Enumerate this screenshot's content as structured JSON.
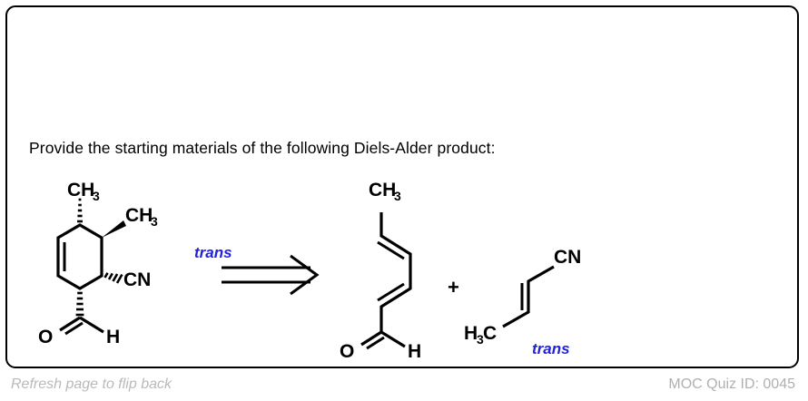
{
  "card": {
    "question": "Provide the starting materials of the following Diels-Alder product:",
    "border_color": "#000000",
    "background": "#ffffff"
  },
  "footer": {
    "left_text": "Refresh page to flip back",
    "right_text": "MOC Quiz ID: 0045",
    "text_color": "#b5b5b5"
  },
  "scheme": {
    "arrow": {
      "label": "trans",
      "label_color": "#2222dd",
      "type": "double-line-retrosynthetic"
    },
    "plus": "+",
    "product": {
      "name": "cyclohexene-product",
      "labels": {
        "methyl_top": "CH",
        "methyl_top_sub": "3",
        "methyl_right": "CH",
        "methyl_right_sub": "3",
        "nitrile": "CN",
        "aldehyde_oxygen": "O",
        "aldehyde_hydrogen": "H"
      }
    },
    "diene": {
      "name": "hexa-2,4-dienal",
      "labels": {
        "methyl": "CH",
        "methyl_sub": "3",
        "aldehyde_oxygen": "O",
        "aldehyde_hydrogen": "H"
      }
    },
    "dienophile": {
      "name": "trans-crotononitrile",
      "labels": {
        "methyl": "H",
        "methyl_sub": "3",
        "methyl_c": "C",
        "nitrile": "CN",
        "stereo": "trans",
        "stereo_color": "#2222dd"
      }
    }
  }
}
